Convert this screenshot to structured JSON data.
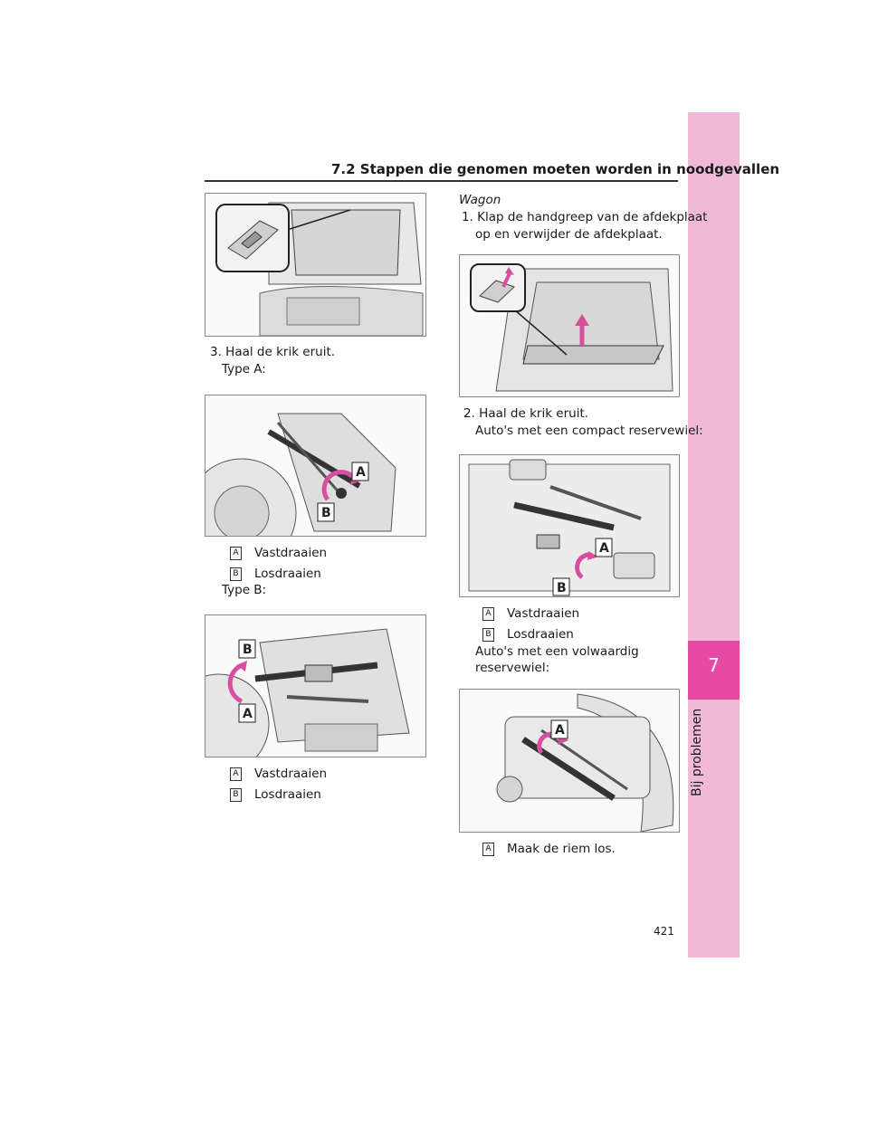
{
  "header": {
    "section_title": "7.2  Stappen die genomen moeten worden in noodgevallen"
  },
  "chapter": {
    "number": "7",
    "label": "Bij problemen"
  },
  "page_number": "421",
  "left": {
    "step3": "3. Haal de krik eruit.",
    "type_a": "Type A:",
    "type_b": "Type B:",
    "callouts_a": [
      {
        "badge": "A",
        "text": "Vastdraaien"
      },
      {
        "badge": "B",
        "text": "Losdraaien"
      }
    ],
    "callouts_b": [
      {
        "badge": "A",
        "text": "Vastdraaien"
      },
      {
        "badge": "B",
        "text": "Losdraaien"
      }
    ],
    "fig_labels_a": [
      "A",
      "B"
    ],
    "fig_labels_b": [
      "B",
      "A"
    ]
  },
  "right": {
    "wagon": "Wagon",
    "step1_line1": "1. Klap de handgreep van de afdekplaat",
    "step1_line2": "op en verwijder de afdekplaat.",
    "step2": "2. Haal de krik eruit.",
    "compact": "Auto's met een compact reservewiel:",
    "callouts_compact": [
      {
        "badge": "A",
        "text": "Vastdraaien"
      },
      {
        "badge": "B",
        "text": "Losdraaien"
      }
    ],
    "full_line1": "Auto's met een volwaardig",
    "full_line2": "reservewiel:",
    "callouts_full": [
      {
        "badge": "A",
        "text": "Maak de riem los."
      }
    ],
    "fig_labels_compact": [
      "A",
      "B"
    ],
    "fig_labels_full": [
      "A"
    ]
  }
}
